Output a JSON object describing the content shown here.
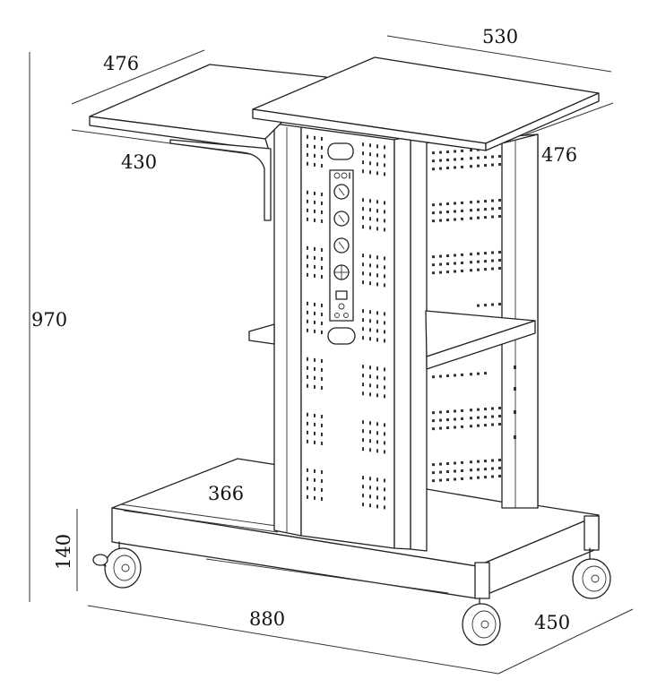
{
  "dimensions": {
    "top_shelf_depth": "476",
    "top_shelf_width": "530",
    "side_shelf_depth": "476",
    "side_shelf_width": "430",
    "overall_height": "970",
    "base_height": "140",
    "mid_shelf_depth": "366",
    "overall_width": "880",
    "base_depth": "450"
  }
}
